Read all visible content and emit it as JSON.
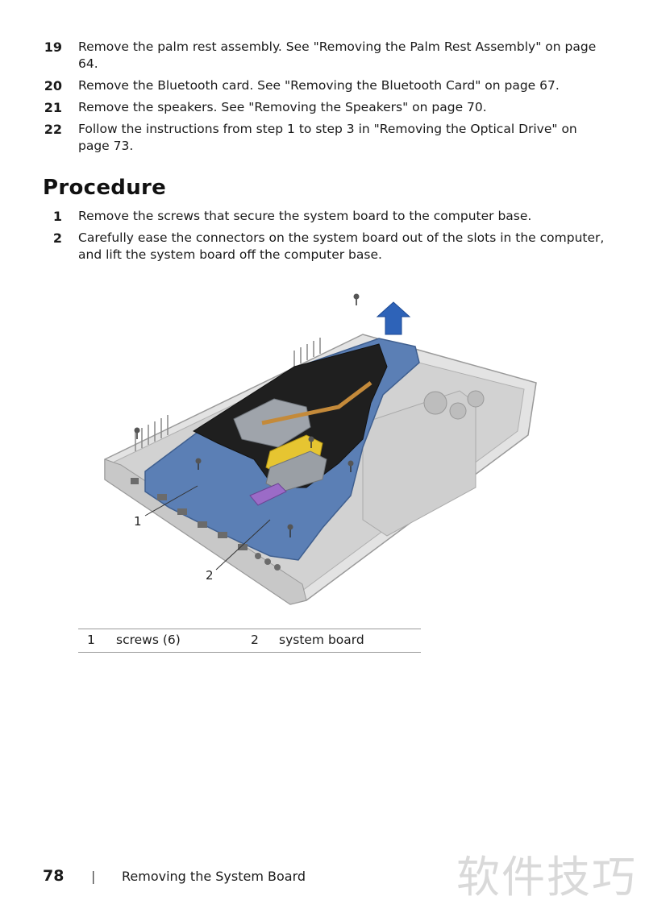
{
  "prior_steps": [
    {
      "num": "19",
      "text": "Remove the palm rest assembly. See \"Removing the Palm Rest Assembly\" on page 64."
    },
    {
      "num": "20",
      "text": "Remove the Bluetooth card. See \"Removing the Bluetooth Card\" on page 67."
    },
    {
      "num": "21",
      "text": "Remove the speakers. See \"Removing the Speakers\" on page 70."
    },
    {
      "num": "22",
      "text": "Follow the instructions from step 1 to step 3 in \"Removing the Optical Drive\" on page 73."
    }
  ],
  "procedure": {
    "heading": "Procedure",
    "steps": [
      {
        "num": "1",
        "text": "Remove the screws that secure the system board to the computer base."
      },
      {
        "num": "2",
        "text": "Carefully ease the connectors on the system board out of the slots in the computer, and lift the system board off the computer base."
      }
    ]
  },
  "figure": {
    "callouts": [
      "1",
      "2"
    ]
  },
  "legend": [
    {
      "num": "1",
      "label": "screws (6)"
    },
    {
      "num": "2",
      "label": "system board"
    }
  ],
  "footer": {
    "page_number": "78",
    "separator": "|",
    "title": "Removing the System Board"
  },
  "watermark": "软件技巧"
}
